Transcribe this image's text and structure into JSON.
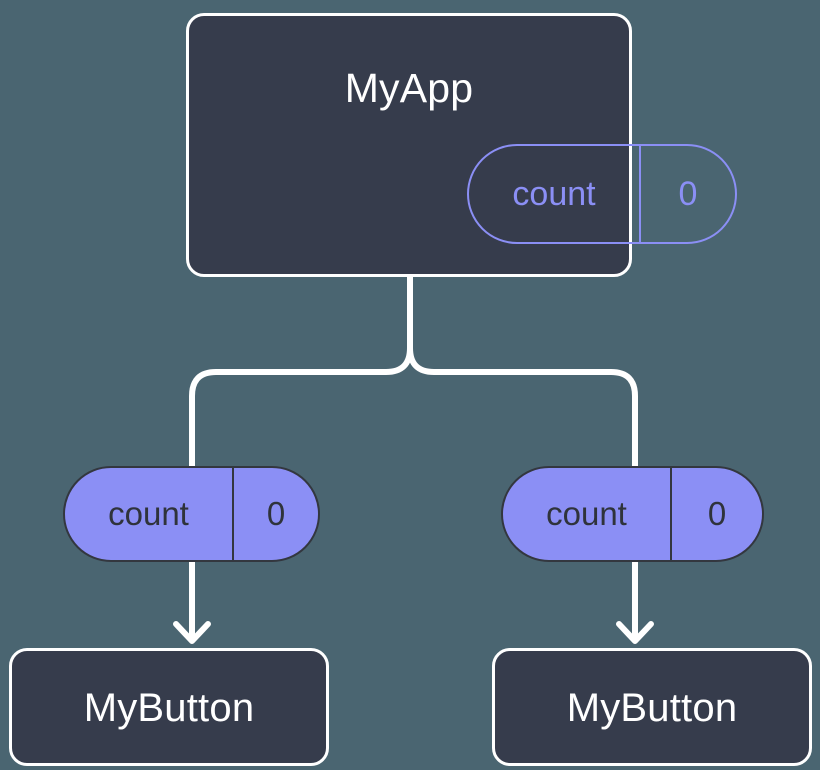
{
  "diagram": {
    "title": "React state prop-drilling tree",
    "background_color": "#4a6571",
    "colors": {
      "box_fill": "#363c4c",
      "box_border": "#ffffff",
      "accent_purple": "#8b8ff5",
      "pill_text_dark": "#2f333b",
      "wire": "#ffffff"
    }
  },
  "root": {
    "name": "MyApp",
    "state_pill": {
      "key": "count",
      "value": "0"
    }
  },
  "branches": [
    {
      "pill": {
        "key": "count",
        "value": "0"
      },
      "child": {
        "name": "MyButton"
      }
    },
    {
      "pill": {
        "key": "count",
        "value": "0"
      },
      "child": {
        "name": "MyButton"
      }
    }
  ]
}
